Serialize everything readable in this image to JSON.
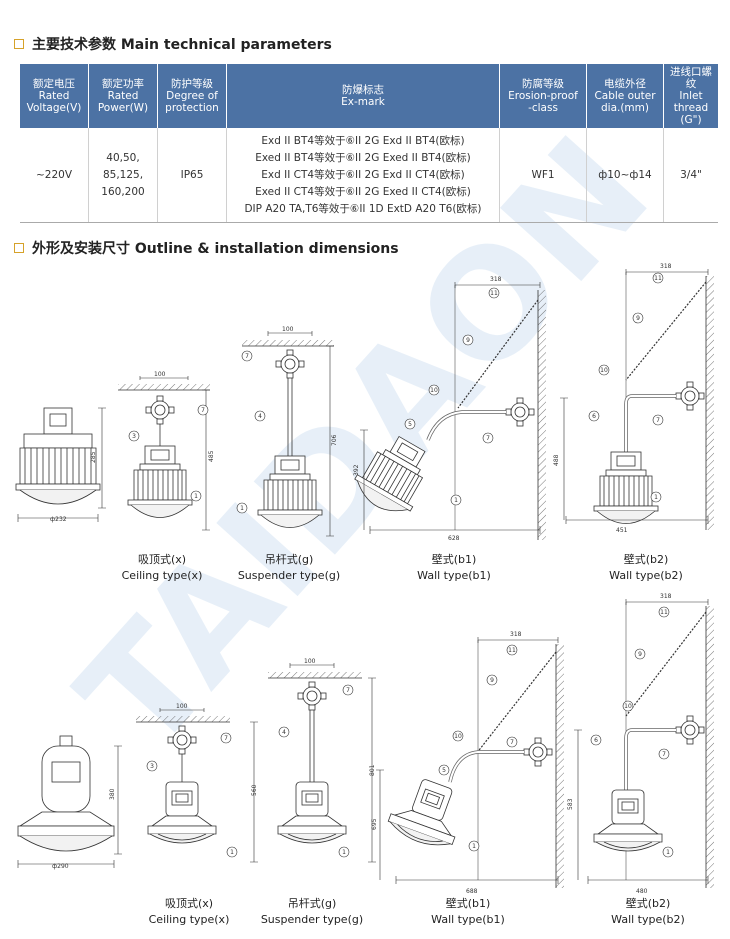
{
  "sections": {
    "tech_title": "主要技术参数 Main technical parameters",
    "outline_title": "外形及安装尺寸  Outline & installation dimensions"
  },
  "table": {
    "headers": [
      [
        "额定电压",
        "Rated",
        "Voltage(V)"
      ],
      [
        "额定功率",
        "Rated",
        "Power(W)"
      ],
      [
        "防护等级",
        "Degree of",
        "protection"
      ],
      [
        "防爆标志",
        "Ex-mark"
      ],
      [
        "防腐等级",
        "Erosion-proof",
        "-class"
      ],
      [
        "电缆外径",
        "Cable outer",
        "dia.(mm)"
      ],
      [
        "进线口螺纹",
        "Inlet thread",
        "(G\")"
      ]
    ],
    "row": {
      "voltage": "~220V",
      "power": [
        "40,50,",
        "85,125,",
        "160,200"
      ],
      "protection": "IP65",
      "exmark": [
        "Exd II BT4等效于⑥II 2G Exd II BT4(欧标)",
        "Exed II BT4等效于⑥II 2G Exed II BT4(欧标)",
        "Exd II CT4等效于⑥II 2G Exd II CT4(欧标)",
        "Exed II CT4等效于⑥II 2G Exed II CT4(欧标)",
        "DIP A20 TA,T6等效于⑥II 1D ExtD A20 T6(欧标)"
      ],
      "erosion": "WF1",
      "cable": "ф10~ф14",
      "thread": "3/4\""
    }
  },
  "drawings": {
    "row1": {
      "front_dim": "ф232",
      "front_h": "285",
      "ceiling": {
        "w": "100",
        "h": "485"
      },
      "suspender": {
        "w": "100",
        "h": "706"
      },
      "wall_b1": {
        "w": "318",
        "h": "392",
        "total": "628"
      },
      "wall_b2": {
        "w": "318",
        "h": "488",
        "total": "451"
      }
    },
    "row2": {
      "front_dim": "ф290",
      "front_h": "380",
      "ceiling": {
        "w": "100",
        "h": "560"
      },
      "suspender": {
        "w": "100",
        "h": "801"
      },
      "wall_b1": {
        "w": "318",
        "h": "695",
        "total": "688"
      },
      "wall_b2": {
        "w": "318",
        "h": "583",
        "total": "480"
      }
    },
    "callouts": [
      "1",
      "3",
      "4",
      "5",
      "6",
      "7",
      "9",
      "10",
      "11"
    ]
  },
  "captions": {
    "row1": [
      {
        "cn": "吸顶式(x)",
        "en": "Ceiling type(x)"
      },
      {
        "cn": "吊杆式(g)",
        "en": "Suspender type(g)"
      },
      {
        "cn": "壁式(b1)",
        "en": "Wall type(b1)"
      },
      {
        "cn": "壁式(b2)",
        "en": "Wall type(b2)"
      }
    ],
    "row2": [
      {
        "cn": "吸顶式(x)",
        "en": "Ceiling type(x)"
      },
      {
        "cn": "吊杆式(g)",
        "en": "Suspender type(g)"
      },
      {
        "cn": "壁式(b1)",
        "en": "Wall type(b1)"
      },
      {
        "cn": "壁式(b2)",
        "en": "Wall type(b2)"
      }
    ]
  },
  "watermark": "TAIDAON",
  "colors": {
    "header_bg": "#4c72a4",
    "accent_square": "#d6a22a",
    "watermark": "#cfe0f1"
  }
}
